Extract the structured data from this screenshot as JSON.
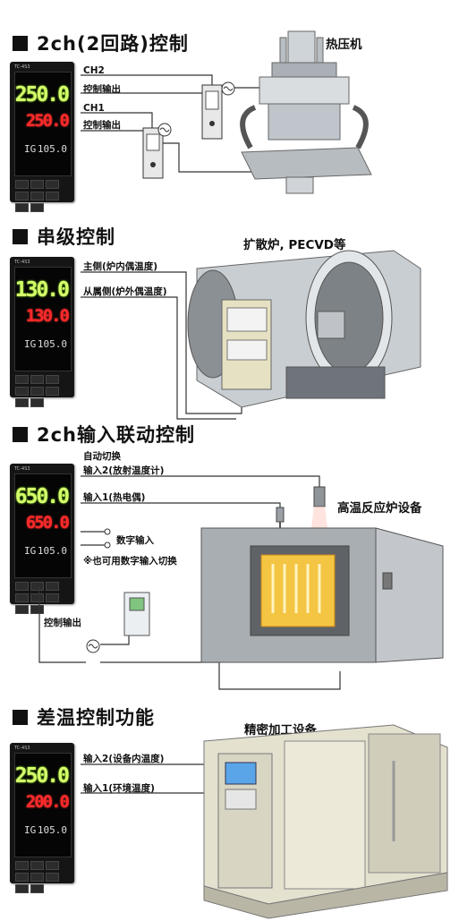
{
  "sections": [
    {
      "title": "2ch(2回路)控制",
      "equipment": "热压机",
      "labels": [
        "CH2",
        "控制输出",
        "CH1",
        "控制输出"
      ],
      "controller": {
        "brand": "TC-4S3",
        "pv": "250.0",
        "sv": "250.0",
        "mode": "IG",
        "out": "105.0"
      }
    },
    {
      "title": "串级控制",
      "equipment": "扩散炉, PECVD等",
      "labels": [
        "主侧(炉内偶温度)",
        "从属侧(炉外偶温度)"
      ],
      "controller": {
        "brand": "TC-4S3",
        "pv": "130.0",
        "sv": "130.0",
        "mode": "IG",
        "out": "105.0"
      }
    },
    {
      "title": "2ch输入联动控制",
      "equipment": "高温反应炉设备",
      "labels": [
        "自动切换",
        "输入2(放射温度计)",
        "输入1(热电偶)",
        "数字输入",
        "※也可用数字输入切换",
        "控制输出"
      ],
      "controller": {
        "brand": "TC-4S3",
        "pv": "650.0",
        "sv": "650.0",
        "mode": "IG",
        "out": "105.0"
      }
    },
    {
      "title": "差温控制功能",
      "equipment": "精密加工设备",
      "labels": [
        "输入2(设备内温度)",
        "输入1(环境温度)"
      ],
      "controller": {
        "brand": "TC-4S3",
        "pv": "250.0",
        "sv": "200.0",
        "mode": "IG",
        "out": "105.0"
      }
    }
  ]
}
